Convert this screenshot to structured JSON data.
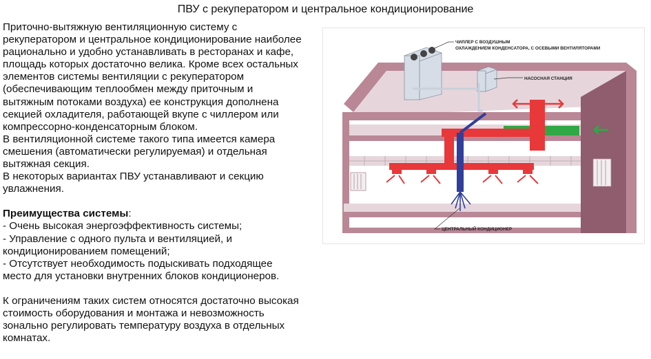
{
  "title": "ПВУ с рекуператором и центральное кондиционирование",
  "intro": [
    "Приточно-вытяжную вентиляционную систему с",
    "рекуператором и центральное кондиционирование наиболее",
    "рационально и удобно устанавливать в ресторанах и кафе,",
    "площадь которых достаточно велика. Кроме всех остальных",
    "элементов системы вентиляции с рекуператором",
    "(обеспечивающим теплообмен между приточным и",
    "вытяжным потоками воздуха) ее конструкция дополнена",
    "секцией охладителя, работающей вкупе с чиллером или",
    "компрессорно-конденсаторным блоком.",
    "В вентиляционной системе такого типа имеется камера",
    "смешения (автоматически регулируемая) и отдельная",
    "вытяжная секция.",
    "В некоторых вариантах ПВУ устанавливают и секцию",
    "увлажнения."
  ],
  "advantages_heading": "Преимущества системы",
  "advantages_colon": ":",
  "advantages": [
    "- Очень высокая энергоэффективность системы;",
    "- Управление с одного пульта и вентиляцией, и",
    "кондиционированием помещений;",
    "- Отсутствует необходимость подыскивать подходящее",
    "место для установки внутренних блоков кондиционеров."
  ],
  "limitations": [
    "К ограничениям таких систем относятся достаточно высокая",
    "стоимость оборудования и монтажа и невозможность",
    "зонально регулировать температуру воздуха в отдельных",
    "комнатах."
  ],
  "diagram": {
    "label_chiller_1": "ЧИЛЛЕР С ВОЗДУШНЫМ",
    "label_chiller_2": "ОХЛАЖДЕНИЕМ КОНДЕНСАТОРА, С ОСЕВЫМИ ВЕНТИЛЯТОРАМИ",
    "label_pump": "НАСОСНАЯ СТАНЦИЯ",
    "label_central": "ЦЕНТРАЛЬНЫЙ  КОНДИЦИОНЕР",
    "colors": {
      "wall": "#b98796",
      "wall_dark": "#8f5d6d",
      "floor": "#e6d6dc",
      "duct_supply": "#e8383a",
      "duct_cold": "#2f3f9a",
      "duct_fresh": "#2fa845",
      "chiller": "#d7dde6"
    }
  }
}
